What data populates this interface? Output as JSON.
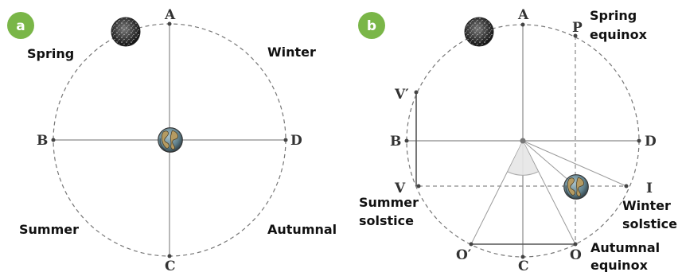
{
  "panel_a": {
    "badge": "a",
    "points": {
      "top": "A",
      "left": "B",
      "bottom": "C",
      "right": "D"
    },
    "seasons": {
      "top_left": "Spring",
      "top_right": "Winter",
      "bottom_left": "Summer",
      "bottom_right": "Autumnal"
    }
  },
  "panel_b": {
    "badge": "b",
    "points": {
      "top": "A",
      "left": "B",
      "bottom": "C",
      "right": "D",
      "v_prime": "V′",
      "v": "V",
      "p": "P",
      "i": "I",
      "o": "O",
      "o_prime": "O′"
    },
    "events": {
      "spring_equinox": [
        "Spring",
        "equinox"
      ],
      "winter_solstice": [
        "Winter",
        "solstice"
      ],
      "summer_solstice": [
        "Summer",
        "solstice"
      ],
      "autumnal_equinox": [
        "Autumnal",
        "equinox"
      ]
    }
  },
  "colors": {
    "badge": "#7ab648",
    "orbit": "#777777",
    "earth_ocean": "#6f8c96",
    "earth_land": "#a08a5a",
    "moon": "#2a2a2a"
  },
  "icons": {
    "earth": "earth-globe-icon",
    "moon": "full-moon-icon"
  }
}
